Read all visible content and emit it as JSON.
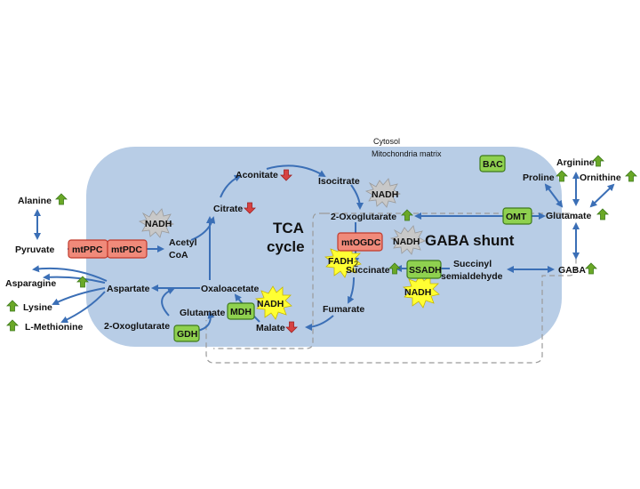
{
  "compartments": {
    "cytosol": "Cytosol",
    "matrix": "Mitochondria matrix"
  },
  "titles": {
    "tca_line1": "TCA",
    "tca_line2": "cycle",
    "gaba_shunt": "GABA shunt"
  },
  "metabolites": {
    "alanine": "Alanine",
    "pyruvate": "Pyruvate",
    "acetyl": "Acetyl",
    "coa": "CoA",
    "citrate": "Citrate",
    "aconitate": "Aconitate",
    "isocitrate": "Isocitrate",
    "oxoglutarate_mito": "2-Oxoglutarate",
    "succinate": "Succinate",
    "succinyl": "Succinyl",
    "semialdehyde": "semialdehyde",
    "fumarate": "Fumarate",
    "malate": "Malate",
    "oxaloacetate": "Oxaloacetate",
    "glutamate_mito": "Glutamate",
    "oxoglutarate_cyto": "2-Oxoglutarate",
    "aspartate": "Aspartate",
    "asparagine": "Asparagine",
    "lysine": "Lysine",
    "methionine": "L-Methionine",
    "glutamate_cyto": "Glutamate",
    "proline": "Proline",
    "arginine": "Arginine",
    "ornithine": "Ornithine",
    "gaba": "GABA"
  },
  "cofactors": {
    "nadh_pdc": "NADH",
    "nadh_isocitrate": "NADH",
    "nadh_ogdc": "NADH",
    "nadh_mdh": "NADH",
    "nadh_ssadh": "NADH",
    "fadh": "FADH",
    "fadh_sub": "2"
  },
  "enzymes": {
    "mtppc": "mtPPC",
    "mtpdc": "mtPDC",
    "mtogdc": "mtOGDC",
    "ssadh": "SSADH",
    "mdh": "MDH",
    "gdh": "GDH",
    "omt": "OMT",
    "bac": "BAC"
  },
  "colors": {
    "matrix_fill": "#b8cde6",
    "arrow": "#3b6fb6",
    "up_arrow": "#6aa827",
    "down_arrow": "#d64242",
    "enzyme_red": "#f08a7a",
    "enzyme_green": "#8fd14f",
    "nadh_burst": "#c8c8c8",
    "yellow_burst": "#ffff33"
  }
}
